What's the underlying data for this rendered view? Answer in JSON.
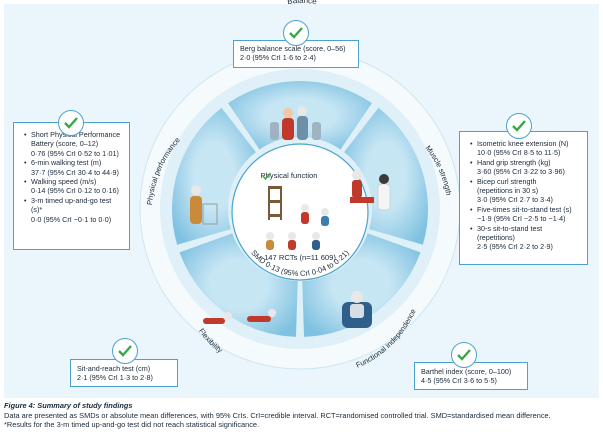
{
  "segments": {
    "balance": "Balance",
    "muscle_strength": "Muscle strength",
    "functional_independence": "Functional independence",
    "flexibility": "Flexibility",
    "physical_performance": "Physical performance"
  },
  "center": {
    "label": "Physical function",
    "rcts": "147 RCTs (n=11 609)",
    "smd": "SMD 0·13 (95% CrI 0·04 to 0·21)"
  },
  "boxes": {
    "balance": [
      "Berg balance scale (score, 0–56)",
      "2·0 (95% CrI 1·6 to 2·4)"
    ],
    "physical_performance": {
      "bullets": [
        {
          "label": "Short Physical Performance",
          "label2": "Battery (score, 0–12)",
          "value": "0·76 (95% CrI 0·52 to 1·01)"
        },
        {
          "label": "6-min walking test (m)",
          "value": "37·7 (95% CrI 30·4 to 44·9)"
        },
        {
          "label": "Walking speed (m/s)",
          "value": "0·14 (95% CrI 0·12 to 0·16)"
        },
        {
          "label": "3-m timed up-and-go test",
          "label2": "(s)*",
          "value": "0·0 (95% CrI −0·1 to 0·0)"
        }
      ]
    },
    "muscle_strength": {
      "bullets": [
        {
          "label": "Isometric knee extension (N)",
          "value": "10·0 (95% CrI 8·5 to 11·5)"
        },
        {
          "label": "Hand grip strength (kg)",
          "value": "3·60 (95% CrI 3·22 to 3·96)"
        },
        {
          "label": "Bicep curl strength",
          "label2": "(repetitions in 30 s)",
          "value": "3·0 (95% CrI 2·7 to 3·4)"
        },
        {
          "label": "Five-times sit-to-stand test (s)",
          "value": "−1·9 (95% CrI −2·5 to −1·4)"
        },
        {
          "label": "30-s sit-to-stand test",
          "label2": "(repetitions)",
          "value": "2·5 (95% CrI 2·2 to 2·9)"
        }
      ]
    },
    "flexibility": [
      "Sit-and-reach test (cm)",
      "2·1 (95% CrI 1·3 to 2·8)"
    ],
    "functional_independence": [
      "Barthel index (score, 0–100)",
      "4·5 (95% CrI 3·6 to 5·5)"
    ]
  },
  "caption": {
    "title": "Figure 4: Summary of study findings",
    "line1": "Data are presented as SMDs or absolute mean differences, with 95% CrIs. CrI=credible interval. RCT=randomised controlled trial. SMD=standardised mean difference.",
    "line2": "*Results for the 3-m timed up-and-go test did not reach statistical significance."
  },
  "colors": {
    "panel_bg": "#eaf6fb",
    "ring_outer": "#e3f1f8",
    "segment": "#a9d6ec",
    "accent": "#4aa3cf",
    "check": "#3aa64a"
  }
}
